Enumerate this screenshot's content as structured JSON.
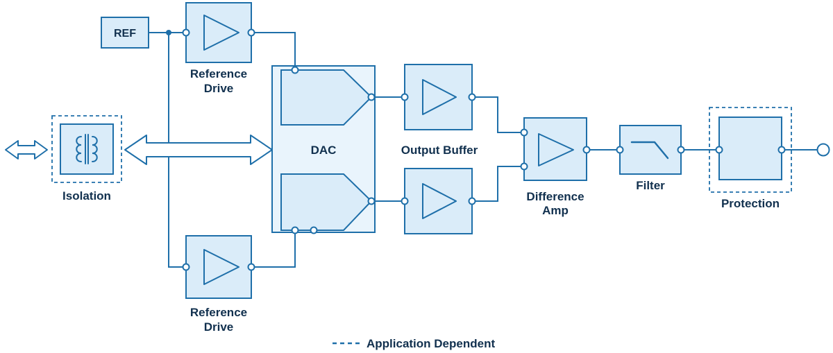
{
  "diagram": {
    "colors": {
      "stroke": "#1e6fa9",
      "fill": "#daecf9",
      "fill_light": "#e9f4fc",
      "text": "#11304e"
    },
    "blocks": {
      "ref": {
        "label": "REF"
      },
      "reference_drive_top": {
        "lines": [
          "Reference",
          "Drive"
        ]
      },
      "isolation": {
        "label": "Isolation"
      },
      "dac": {
        "label": "DAC"
      },
      "output_buffer": {
        "label": "Output Buffer"
      },
      "reference_drive_bottom": {
        "lines": [
          "Reference",
          "Drive"
        ]
      },
      "difference_amp": {
        "lines": [
          "Difference",
          "Amp"
        ]
      },
      "filter": {
        "label": "Filter"
      },
      "protection": {
        "label": "Protection"
      }
    },
    "legend": {
      "label": "Application Dependent"
    }
  }
}
